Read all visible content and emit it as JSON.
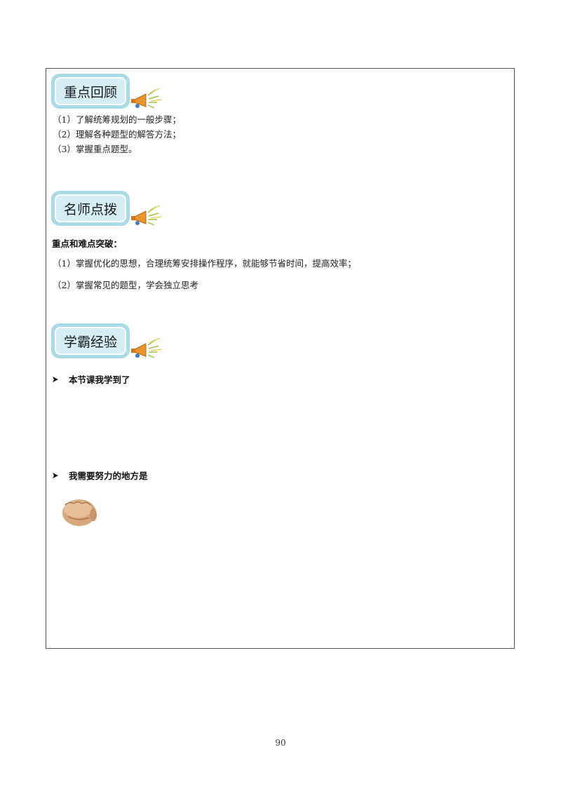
{
  "sections": {
    "review": {
      "title": "重点回顾",
      "items": [
        "（1）了解统筹规划的一般步骤；",
        "（2）理解各种题型的解答方法；",
        "（3）掌握重点题型。"
      ]
    },
    "tips": {
      "title": "名师点拨",
      "subtitle": "重点和难点突破：",
      "items": [
        "（1）掌握优化的思想，合理统筹安排操作程序，就能够节省时间，提高效率；",
        "（2）掌握常见的题型，学会独立思考"
      ]
    },
    "experience": {
      "title": "学霸经验",
      "bullets": [
        "本节课我学到了",
        "我需要努力的地方是"
      ]
    }
  },
  "page_number": "90"
}
